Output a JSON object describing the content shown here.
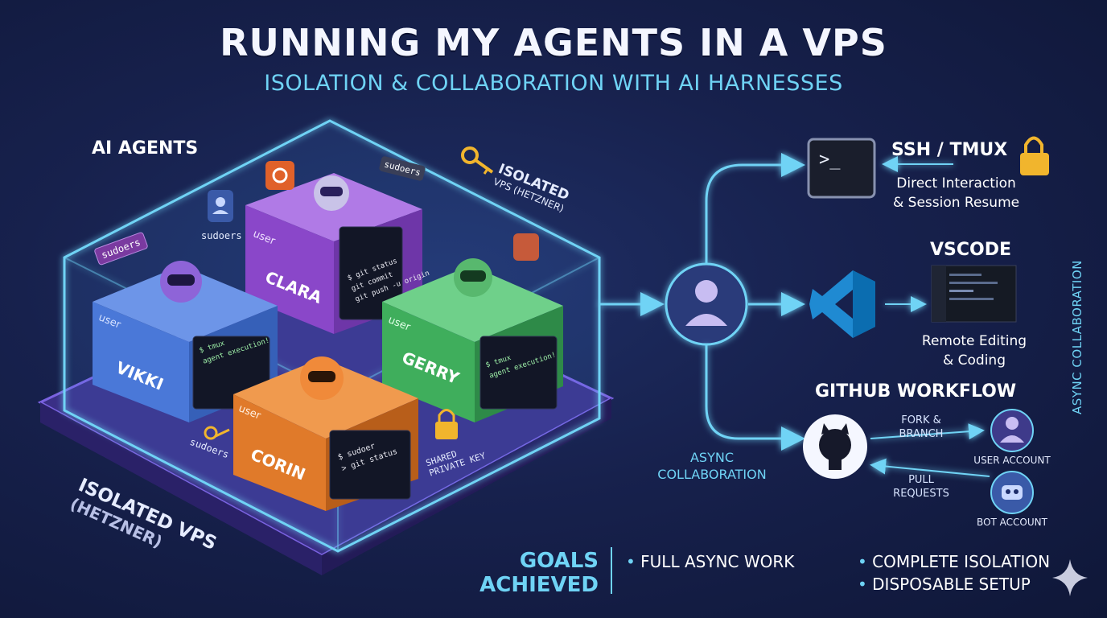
{
  "header": {
    "title": "RUNNING MY AGENTS IN A VPS",
    "subtitle": "ISOLATION & COLLABORATION WITH AI HARNESSES"
  },
  "vps": {
    "ai_agents_label": "AI AGENTS",
    "isolated_tag_line1": "ISOLATED",
    "isolated_tag_line2": "VPS (HETZNER)",
    "bottom_label_line1": "ISOLATED VPS",
    "bottom_label_line2": "(HETZNER)",
    "sudoers_tags": [
      "sudoers",
      "sudoers",
      "sudoers",
      "sudoers"
    ],
    "shared_key_line1": "SHARED",
    "shared_key_line2": "PRIVATE KEY",
    "agents": [
      {
        "user_label": "user",
        "name": "VIKKI",
        "color": "#4a78d8",
        "term_lines": [
          "$ tmux",
          "agent execution!"
        ]
      },
      {
        "user_label": "user",
        "name": "CLARA",
        "color": "#9b55d6",
        "term_lines": [
          "$ git status",
          "git commit",
          "git push -u origin"
        ]
      },
      {
        "user_label": "user",
        "name": "GERRY",
        "color": "#3fae5c",
        "term_lines": [
          "$ tmux",
          "agent execution!"
        ]
      },
      {
        "user_label": "user",
        "name": "CORIN",
        "color": "#e07a2a",
        "term_lines": [
          "$ sudoer",
          "> git status"
        ]
      }
    ]
  },
  "access": {
    "ssh_title": "SSH / TMUX",
    "ssh_desc_line1": "Direct Interaction",
    "ssh_desc_line2": "& Session Resume",
    "terminal_prompt": ">_",
    "vscode_title": "VSCODE",
    "vscode_desc_line1": "Remote Editing",
    "vscode_desc_line2": "& Coding",
    "github_title": "GITHUB WORKFLOW",
    "async_line1": "ASYNC",
    "async_line2": "COLLABORATION",
    "fork_line1": "FORK &",
    "fork_line2": "BRANCH",
    "pull_line1": "PULL",
    "pull_line2": "REQUESTS",
    "user_account": "USER ACCOUNT",
    "bot_account": "BOT ACCOUNT",
    "side_label": "ASYNC COLLABORATION"
  },
  "goals": {
    "heading_line1": "GOALS",
    "heading_line2": "ACHIEVED",
    "items": [
      "FULL ASYNC WORK",
      "COMPLETE ISOLATION",
      "DISPOSABLE SETUP"
    ]
  },
  "colors": {
    "accent_cyan": "#6fd3f5",
    "background": "#17214d",
    "vikki": "#4a78d8",
    "clara": "#9b55d6",
    "gerry": "#3fae5c",
    "corin": "#e07a2a"
  },
  "icons": [
    "key-icon",
    "lock-icon",
    "terminal-icon",
    "vscode-icon",
    "github-icon",
    "user-avatar-icon",
    "bot-icon",
    "gear-icon",
    "sparkle-icon"
  ]
}
